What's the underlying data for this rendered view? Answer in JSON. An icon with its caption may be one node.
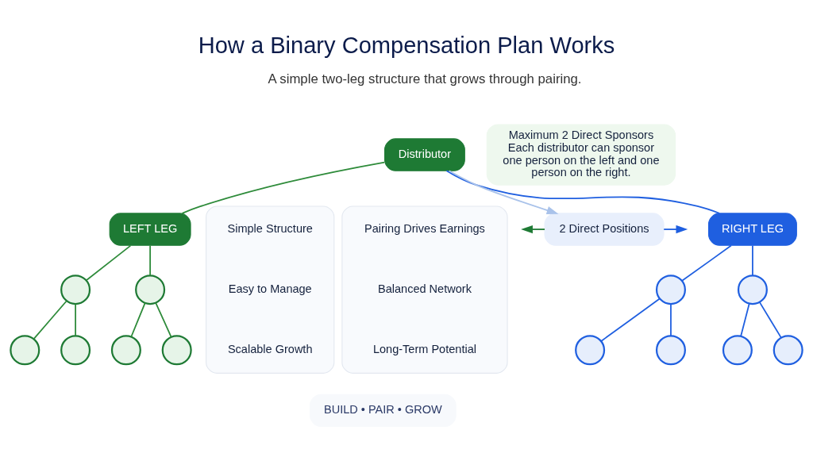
{
  "diagram": {
    "title": "How a Binary Compensation Plan Works",
    "nodes": [
      {
        "text": [
          "Distributor"
        ]
      },
      {
        "text": [
          "LEFT LEG"
        ]
      },
      {
        "text": [
          "RIGHT LEG"
        ]
      },
      {
        "text": [],
        "shape": "person"
      },
      {
        "text": [],
        "shape": "person"
      },
      {
        "text": [],
        "shape": "person"
      },
      {
        "text": [],
        "shape": "person"
      },
      {
        "text": [],
        "shape": "person"
      },
      {
        "text": [],
        "shape": "person"
      },
      {
        "text": [],
        "shape": "person"
      },
      {
        "text": [],
        "shape": "person"
      },
      {
        "text": [],
        "shape": "person"
      },
      {
        "text": [],
        "shape": "person"
      },
      {
        "text": [],
        "shape": "person"
      },
      {
        "text": [],
        "shape": "person"
      },
      {
        "text": [
          "2 Direct Positions"
        ]
      },
      {
        "text": [
          "Maximum 2 Direct Sponsors",
          "Each distributor can sponsor one person on the left and one person on the right."
        ]
      },
      {
        "text": [],
        "shape": "box"
      },
      {
        "text": [
          "Simple Structure"
        ],
        "in": 17
      },
      {
        "text": [
          "Easy to Manage"
        ],
        "in": 17
      },
      {
        "text": [
          "Scalable Growth"
        ],
        "in": 17
      },
      {
        "text": [],
        "shape": "box"
      },
      {
        "text": [
          "Pairing Drives Earnings"
        ],
        "in": 21
      },
      {
        "text": [
          "Balanced Network"
        ],
        "in": 21
      },
      {
        "text": [
          "Long-Term Potential"
        ],
        "in": 21
      },
      {
        "text": [
          "BUILD • PAIR • GROW"
        ]
      }
    ],
    "edges": [
      {
        "from": 0,
        "to": 1,
        "arrow": "none",
        "color": "#2e8b3a"
      },
      {
        "from": 0,
        "to": 2,
        "arrow": "none",
        "color": "#1f5fe0"
      },
      {
        "from": 0,
        "to": 15,
        "arrow": "to",
        "color": "#a9c2ea"
      },
      {
        "from": 15,
        "to": null,
        "arrow": "to",
        "color": "#1f5fe0"
      },
      {
        "from": 15,
        "to": null,
        "arrow": "to",
        "color": "#1e7a34"
      },
      {
        "from": 1,
        "to": 3,
        "arrow": "none",
        "color": "#2e8b3a"
      },
      {
        "from": 1,
        "to": 4,
        "arrow": "none",
        "color": "#2e8b3a"
      },
      {
        "from": 3,
        "to": 5,
        "arrow": "none",
        "color": "#2e8b3a"
      },
      {
        "from": 3,
        "to": 6,
        "arrow": "none",
        "color": "#2e8b3a"
      },
      {
        "from": 4,
        "to": 7,
        "arrow": "none",
        "color": "#2e8b3a"
      },
      {
        "from": 4,
        "to": 8,
        "arrow": "none",
        "color": "#2e8b3a"
      },
      {
        "from": 2,
        "to": 9,
        "arrow": "none",
        "color": "#1f5fe0"
      },
      {
        "from": 2,
        "to": 10,
        "arrow": "none",
        "color": "#1f5fe0"
      },
      {
        "from": 9,
        "to": 11,
        "arrow": "none",
        "color": "#1f5fe0"
      },
      {
        "from": 9,
        "to": 12,
        "arrow": "none",
        "color": "#1f5fe0"
      },
      {
        "from": 10,
        "to": 13,
        "arrow": "none",
        "color": "#1f5fe0"
      },
      {
        "from": 10,
        "to": 14,
        "arrow": "none",
        "color": "#1f5fe0"
      }
    ],
    "labels": [
      "A simple two-leg structure that grows through pairing."
    ]
  }
}
